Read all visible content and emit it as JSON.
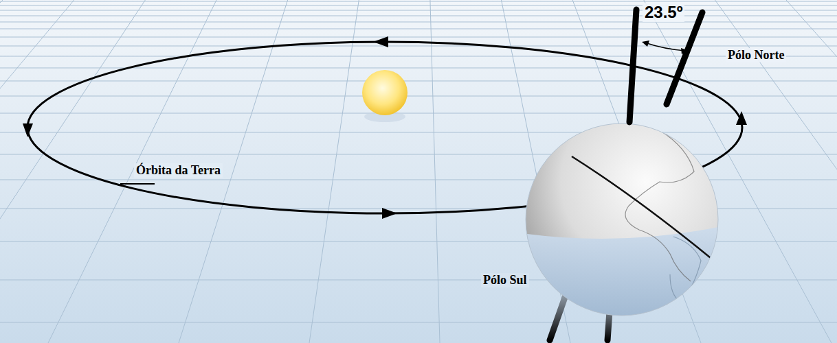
{
  "diagram": {
    "labels": [
      "23.5º",
      "Pólo Norte",
      "Órbita da Terra",
      "Pólo Sul"
    ]
  }
}
